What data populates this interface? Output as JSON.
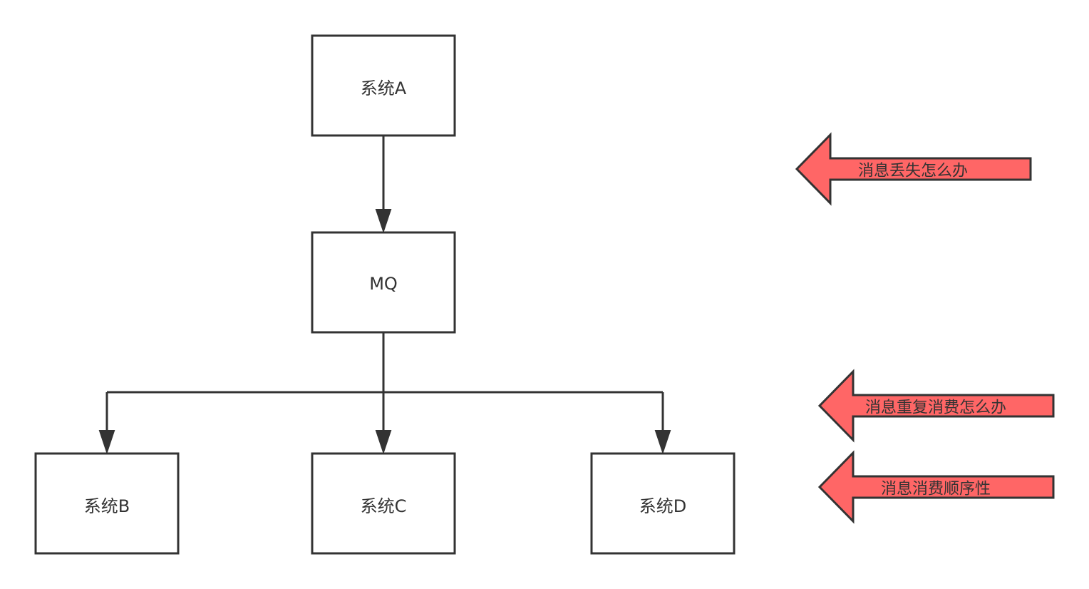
{
  "nodes": {
    "system_a": "系统A",
    "mq": "MQ",
    "system_b": "系统B",
    "system_c": "系统C",
    "system_d": "系统D"
  },
  "callouts": {
    "message_loss": "消息丢失怎么办",
    "duplicate_consumption": "消息重复消费怎么办",
    "consumption_order": "消息消费顺序性"
  },
  "edges": [
    {
      "from": "system_a",
      "to": "mq"
    },
    {
      "from": "mq",
      "to": "system_b"
    },
    {
      "from": "mq",
      "to": "system_c"
    },
    {
      "from": "mq",
      "to": "system_d"
    }
  ],
  "colors": {
    "stroke": "#333333",
    "callout_fill": "#ff6666",
    "background": "#ffffff"
  }
}
